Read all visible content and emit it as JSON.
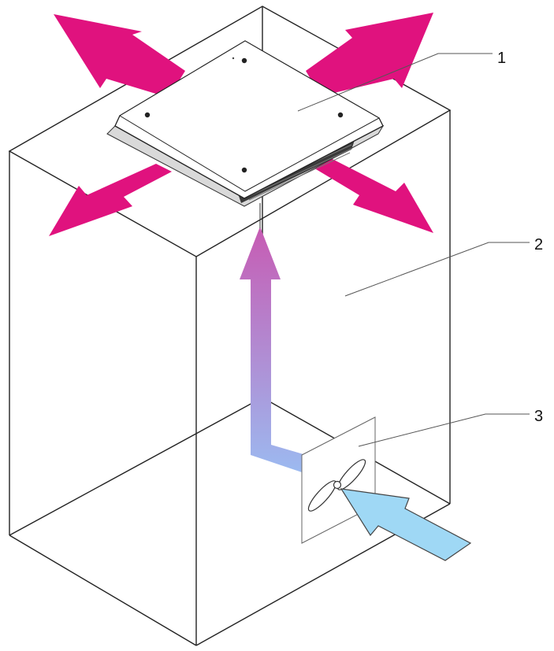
{
  "callouts": {
    "one": "1",
    "two": "2",
    "three": "3"
  },
  "colors": {
    "exhaust": "#e0127e",
    "intake": "#9fd8f5",
    "duct_top": "#c75bb3",
    "duct_bottom": "#9bbbf1",
    "outline": "#222222"
  },
  "icons": {
    "exhaust": "arrow-icon",
    "fan": "fan-icon"
  }
}
